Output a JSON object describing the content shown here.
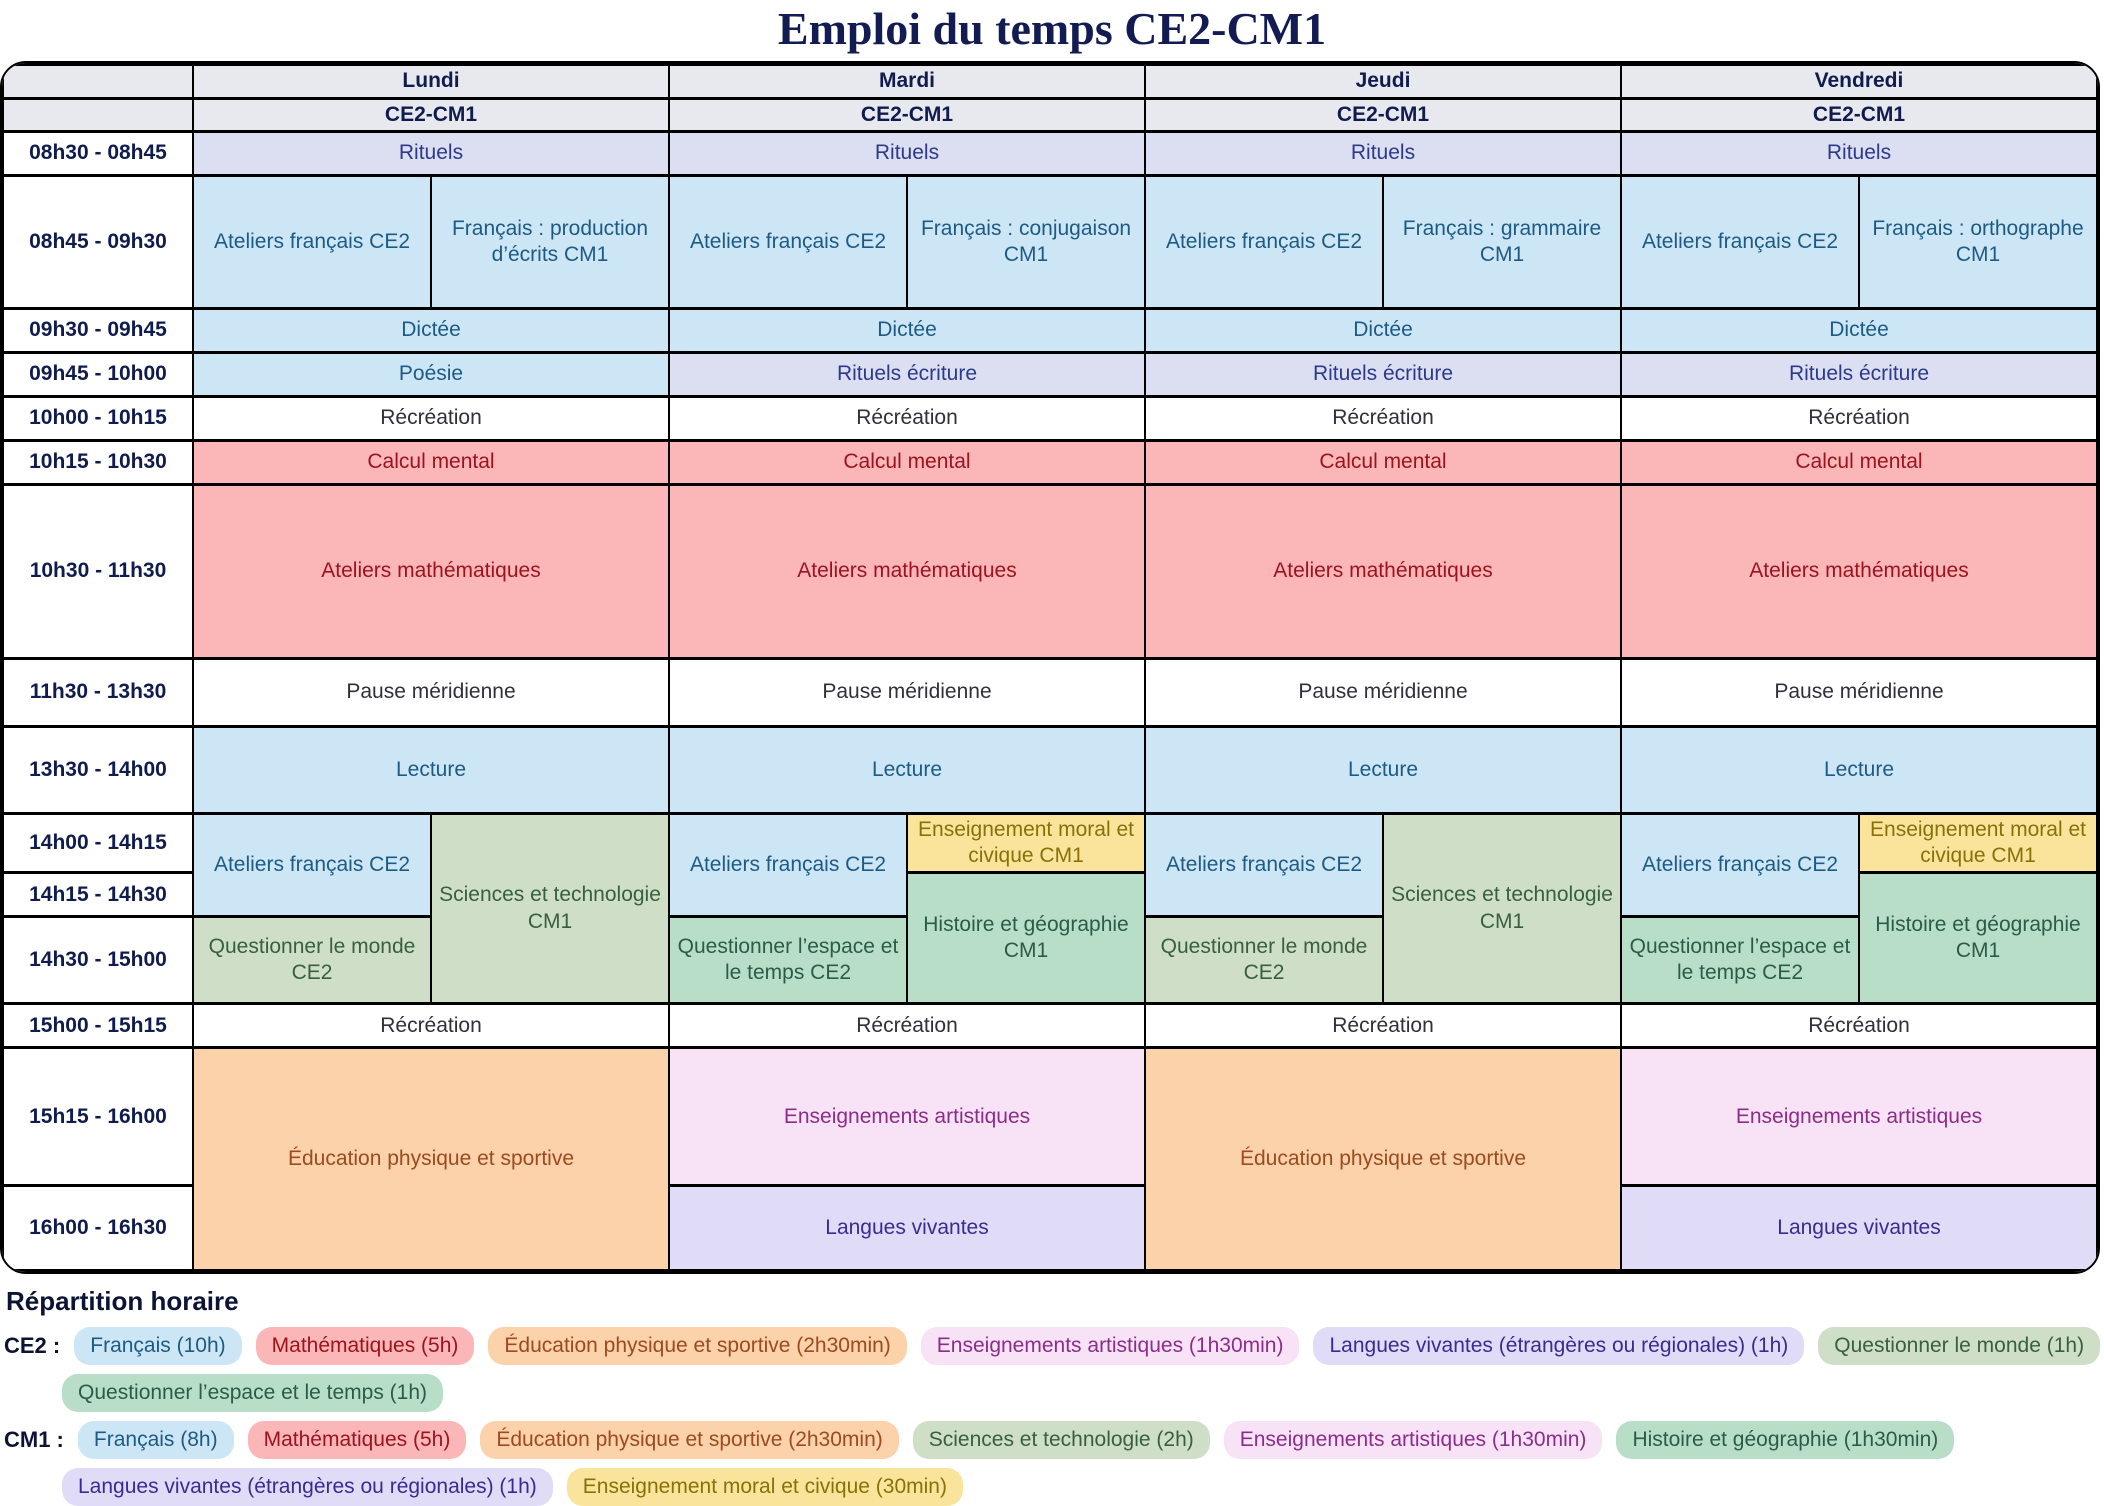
{
  "title": "Emploi du temps CE2-CM1",
  "days": [
    "Lundi",
    "Mardi",
    "Jeudi",
    "Vendredi"
  ],
  "class_label": "CE2-CM1",
  "times": [
    "08h30 - 08h45",
    "08h45 - 09h30",
    "09h30 - 09h45",
    "09h45 - 10h00",
    "10h00 - 10h15",
    "10h15 - 10h30",
    "10h30 - 11h30",
    "11h30 - 13h30",
    "13h30 - 14h00",
    "14h00 - 14h15",
    "14h15 - 14h30",
    "14h30 - 15h00",
    "15h00 - 15h15",
    "15h15 - 16h00",
    "16h00 - 16h30"
  ],
  "acts": {
    "rituels": "Rituels",
    "ateliers_francais": "Ateliers français CE2",
    "fr_production": "Français : production d’écrits CM1",
    "fr_conjugaison": "Français : conjugaison CM1",
    "fr_grammaire": "Français : grammaire CM1",
    "fr_orthographe": "Français : orthographe CM1",
    "dictee": "Dictée",
    "poesie": "Poésie",
    "rituels_ecriture": "Rituels écriture",
    "recreation": "Récréation",
    "calcul_mental": "Calcul mental",
    "ateliers_math": "Ateliers mathématiques",
    "pause": "Pause méridienne",
    "lecture": "Lecture",
    "emc": "Enseignement moral et civique CM1",
    "histoire_geo": "Histoire et géographie CM1",
    "sciences": "Sciences et technologie CM1",
    "quest_monde": "Questionner le monde CE2",
    "quest_espace": "Questionner l’espace et le temps CE2",
    "eps": "Éducation physique et sportive",
    "arts": "Enseignements artistiques",
    "langues": "Langues vivantes"
  },
  "legend": {
    "heading": "Répartition horaire",
    "ce2": {
      "label": "CE2 :",
      "line1": [
        {
          "text": "Français (10h)",
          "color": "#cde6f6"
        },
        {
          "text": "Mathématiques (5h)",
          "color": "#fbb6b8"
        },
        {
          "text": "Éducation physique et sportive (2h30min)",
          "color": "#fcd2ab"
        },
        {
          "text": "Enseignements artistiques (1h30min)",
          "color": "#f8e2f5"
        },
        {
          "text": "Langues vivantes (étrangères ou régionales) (1h)",
          "color": "#e0dcf8"
        },
        {
          "text": "Questionner le monde (1h)",
          "color": "#cfdfc7"
        }
      ],
      "line2": [
        {
          "text": "Questionner l’espace et le temps (1h)",
          "color": "#b9dec7"
        }
      ]
    },
    "cm1": {
      "label": "CM1 :",
      "line1": [
        {
          "text": "Français (8h)",
          "color": "#cde6f6"
        },
        {
          "text": "Mathématiques (5h)",
          "color": "#fbb6b8"
        },
        {
          "text": "Éducation physique et sportive (2h30min)",
          "color": "#fcd2ab"
        },
        {
          "text": "Sciences et technologie (2h)",
          "color": "#cfdfc7"
        },
        {
          "text": "Enseignements artistiques (1h30min)",
          "color": "#f8e2f5"
        },
        {
          "text": "Histoire et géographie (1h30min)",
          "color": "#b9dec7"
        }
      ],
      "line2": [
        {
          "text": "Langues vivantes (étrangères ou régionales) (1h)",
          "color": "#e0dcf8"
        },
        {
          "text": "Enseignement moral et civique (30min)",
          "color": "#fae49b"
        }
      ]
    }
  },
  "colors": {
    "header_grey": "#e8e9ee",
    "lavender": "#dbdff1",
    "light_blue": "#cde6f6",
    "pink": "#fbb6b8",
    "sage_green": "#cfdfc7",
    "teal_green": "#b9dec7",
    "yellow": "#fae49b",
    "orange": "#fcd2ab",
    "pale_pink": "#f8e2f5",
    "light_purple": "#e0dcf8",
    "navy_text": "#101c4e",
    "red_text": "#9c121d"
  }
}
